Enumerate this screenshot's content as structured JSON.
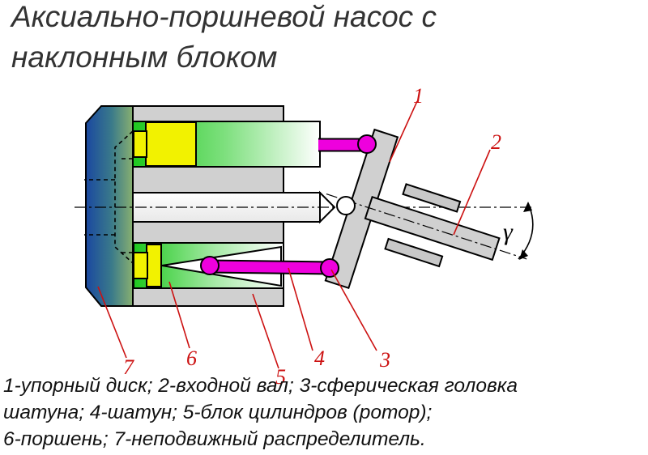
{
  "title": {
    "line1": "Аксиально-поршневой насос с",
    "line2": "наклонным блоком"
  },
  "labels": {
    "n1": "1",
    "n2": "2",
    "n3": "3",
    "n4": "4",
    "n5": "5",
    "n6": "6",
    "n7": "7",
    "angle": "γ"
  },
  "caption": {
    "line1": "1-упорный диск; 2-входной вал; 3-сферическая головка",
    "line2": "шатуна; 4-шатун; 5-блок цилиндров (ротор);",
    "line3": "6-поршень; 7-неподвижный распределитель."
  },
  "colors": {
    "distributor": "#1d4fa0",
    "block": "#d0d0d0",
    "piston": "#f2f200",
    "fluid": "#22cc22",
    "rod": "#ee00dd",
    "label": "#cc1111"
  }
}
